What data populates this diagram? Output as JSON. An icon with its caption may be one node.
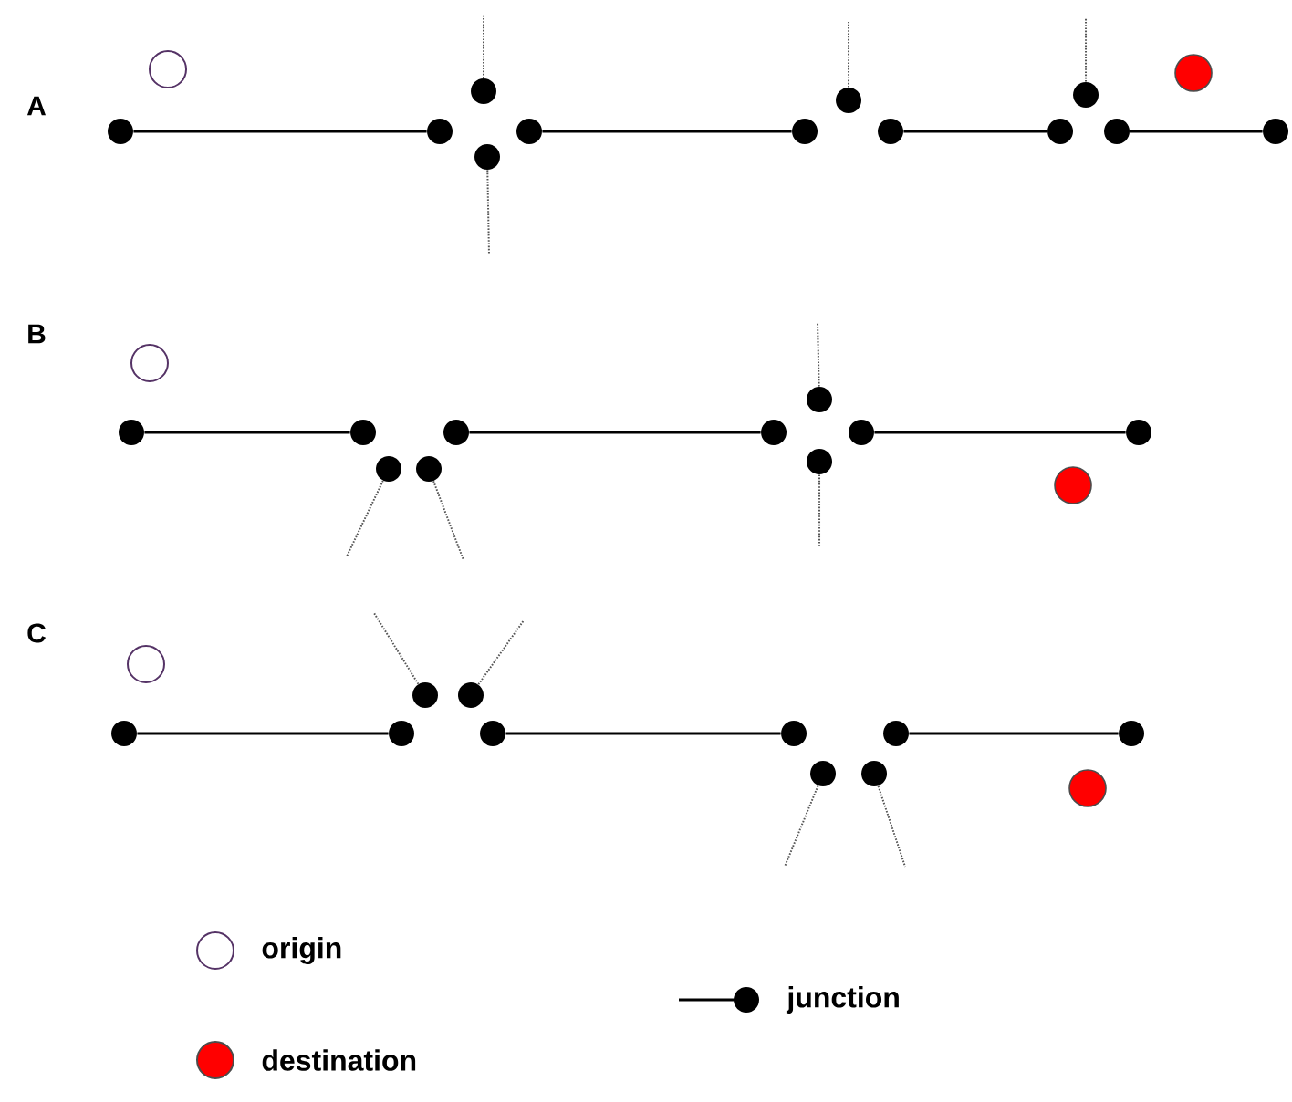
{
  "diagram": {
    "nodes": [
      {
        "text": [],
        "shape": "circle"
      },
      {
        "text": [],
        "shape": "circle"
      },
      {
        "text": [],
        "shape": "circle"
      },
      {
        "text": [],
        "shape": "circle"
      },
      {
        "text": [],
        "shape": "circle"
      },
      {
        "text": [],
        "shape": "circle"
      },
      {
        "text": [],
        "shape": "circle"
      },
      {
        "text": [],
        "shape": "circle"
      },
      {
        "text": [],
        "shape": "circle"
      },
      {
        "text": [],
        "shape": "circle"
      },
      {
        "text": [],
        "shape": "circle"
      },
      {
        "text": [],
        "shape": "circle"
      },
      {
        "text": [],
        "shape": "circle"
      },
      {
        "text": [],
        "shape": "circle"
      },
      {
        "text": [],
        "shape": "circle"
      },
      {
        "text": [],
        "shape": "circle"
      },
      {
        "text": [],
        "shape": "circle"
      },
      {
        "text": [],
        "shape": "circle"
      },
      {
        "text": [],
        "shape": "circle"
      },
      {
        "text": [],
        "shape": "circle"
      },
      {
        "text": [],
        "shape": "circle"
      },
      {
        "text": [],
        "shape": "circle"
      },
      {
        "text": [],
        "shape": "circle"
      },
      {
        "text": [],
        "shape": "circle"
      },
      {
        "text": [],
        "shape": "circle"
      },
      {
        "text": [],
        "shape": "circle"
      },
      {
        "text": [],
        "shape": "circle"
      },
      {
        "text": [],
        "shape": "circle"
      },
      {
        "text": [],
        "shape": "circle"
      },
      {
        "text": [],
        "shape": "circle"
      },
      {
        "text": [],
        "shape": "circle"
      },
      {
        "text": [],
        "shape": "circle"
      }
    ],
    "edges": [
      {
        "from": 0,
        "to": 1,
        "arrow": "none"
      },
      {
        "from": 4,
        "to": 5,
        "arrow": "none"
      },
      {
        "from": 7,
        "to": 8,
        "arrow": "none"
      },
      {
        "from": 10,
        "to": 11,
        "arrow": "none"
      },
      {
        "from": 2,
        "to": null,
        "arrow": "none",
        "style": "dashed",
        "color": "#555555"
      },
      {
        "from": 3,
        "to": null,
        "arrow": "none",
        "style": "dashed",
        "color": "#555555"
      },
      {
        "from": 6,
        "to": null,
        "arrow": "none",
        "style": "dashed",
        "color": "#555555"
      },
      {
        "from": 9,
        "to": null,
        "arrow": "none",
        "style": "dashed",
        "color": "#555555"
      },
      {
        "from": 12,
        "to": 13,
        "arrow": "none"
      },
      {
        "from": 16,
        "to": 17,
        "arrow": "none"
      },
      {
        "from": 20,
        "to": 21,
        "arrow": "none"
      },
      {
        "from": 14,
        "to": null,
        "arrow": "none",
        "style": "dashed",
        "color": "#555555"
      },
      {
        "from": 15,
        "to": null,
        "arrow": "none",
        "style": "dashed",
        "color": "#555555"
      },
      {
        "from": 18,
        "to": null,
        "arrow": "none",
        "style": "dashed",
        "color": "#555555"
      },
      {
        "from": 19,
        "to": null,
        "arrow": "none",
        "style": "dashed",
        "color": "#555555"
      },
      {
        "from": 22,
        "to": 23,
        "arrow": "none"
      },
      {
        "from": 26,
        "to": 27,
        "arrow": "none"
      },
      {
        "from": 30,
        "to": 31,
        "arrow": "none"
      },
      {
        "from": 24,
        "to": null,
        "arrow": "none",
        "style": "dashed",
        "color": "#555555"
      },
      {
        "from": 25,
        "to": null,
        "arrow": "none",
        "style": "dashed",
        "color": "#555555"
      },
      {
        "from": 28,
        "to": null,
        "arrow": "none",
        "style": "dashed",
        "color": "#555555"
      },
      {
        "from": 29,
        "to": null,
        "arrow": "none",
        "style": "dashed",
        "color": "#555555"
      }
    ],
    "labels": [
      "A",
      "B",
      "C"
    ],
    "legend": [
      {
        "text": "origin"
      },
      {
        "text": "destination",
        "color": "#ff0000"
      },
      {
        "text": "junction"
      }
    ]
  }
}
